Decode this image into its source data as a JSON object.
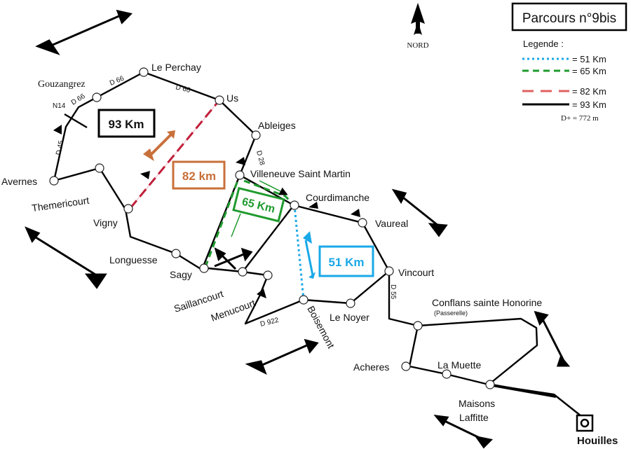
{
  "title": "Parcours n°9bis",
  "north_label": "NORD",
  "legend": {
    "heading": "Legende :",
    "items": [
      {
        "label": "= 51 Km",
        "color": "#19a8e8",
        "style": "dotted"
      },
      {
        "label": "= 65 Km",
        "color": "#1f9a2e",
        "style": "dashed"
      },
      {
        "label": "= 82 Km",
        "color": "#e06060",
        "style": "longdash"
      },
      {
        "label": "= 93 Km",
        "color": "#000000",
        "style": "solid"
      }
    ],
    "elevation": "D+ = 772 m"
  },
  "distance_boxes": {
    "km93": "93 Km",
    "km82": "82 km",
    "km65": "65 Km",
    "km51": "51 Km"
  },
  "colors": {
    "km51": "#19a8e8",
    "km65": "#1f9a2e",
    "km82": "#c0203a",
    "km82_box": "#c8703a",
    "km93": "#000000"
  },
  "places": {
    "gouzangrez": "Gouzangrez",
    "le_perchay": "Le Perchay",
    "us": "Us",
    "ableiges": "Ableiges",
    "villeneuve": "Villeneuve Saint Martin",
    "courdimanche": "Courdimanche",
    "vaureal": "Vaureal",
    "vincourt": "Vincourt",
    "avernes": "Avernes",
    "themericourt": "Themericourt",
    "vigny": "Vigny",
    "longuesse": "Longuesse",
    "sagy": "Sagy",
    "saillancourt": "Saillancourt",
    "menucourt": "Menucourt",
    "boisemont": "Boisemont",
    "le_noyer": "Le Noyer",
    "conflans": "Conflans sainte Honorine",
    "passerelle": "(Passerelle)",
    "acheres": "Acheres",
    "la_muette": "La Muette",
    "maisons": "Maisons",
    "laffitte": "Laffitte",
    "houilles": "Houilles"
  },
  "roads": {
    "d66a": "D 66",
    "d66b": "D 66",
    "d66c": "D 66",
    "n14": "N14",
    "d45": "D 45",
    "d28": "D 28",
    "d55": "D 55",
    "d922": "D 922"
  }
}
